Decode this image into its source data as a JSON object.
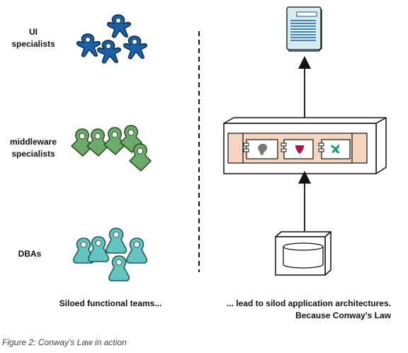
{
  "left": {
    "teams": [
      {
        "label_lines": [
          "UI",
          "specialists"
        ],
        "color": "#1a62a8"
      },
      {
        "label_lines": [
          "middleware",
          "specialists"
        ],
        "color": "#6dab6a"
      },
      {
        "label_lines": [
          "DBAs"
        ],
        "color": "#63c5c2"
      }
    ],
    "footer": "Siloed functional teams..."
  },
  "right": {
    "footer_lines": [
      "... lead to silod application architectures.",
      "Because Conway's Law"
    ]
  },
  "caption": "Figure 2: Conway's Law in action",
  "colors": {
    "ui_team": "#1a62a8",
    "middleware_team": "#6dab6a",
    "dba_team": "#63c5c2",
    "document": "#d6ecf3",
    "app_band": "#f6d5bf",
    "stroke": "#111111"
  }
}
